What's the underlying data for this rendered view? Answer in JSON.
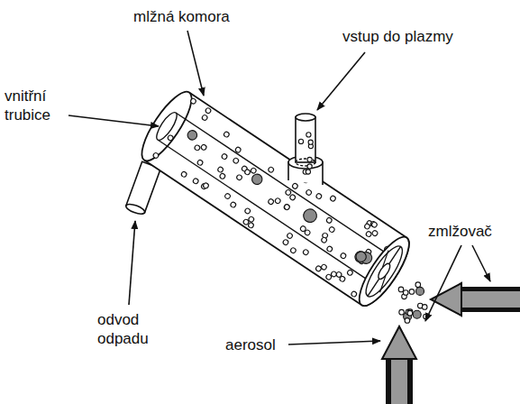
{
  "diagram": {
    "labels": [
      "mlžná komora",
      "vstup do plazmy",
      "vnitřní trubice",
      "zmlžovač",
      "odvod odpadu",
      "aerosol"
    ]
  }
}
